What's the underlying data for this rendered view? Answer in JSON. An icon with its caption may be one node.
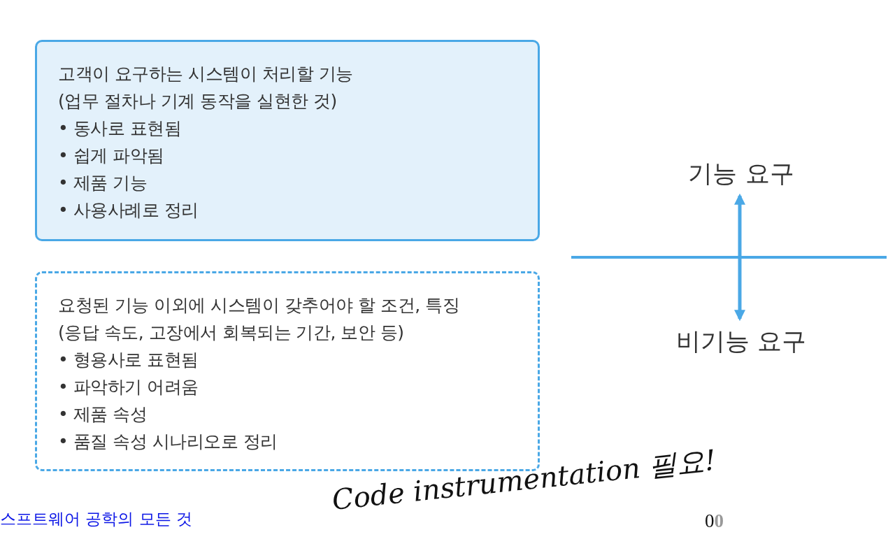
{
  "diagram": {
    "nodes": [
      {
        "text": [
          "고객이 요구하는 시스템이 처리할 기능",
          "(업무 절차나 기계 동작을 실현한 것)",
          "• 동사로 표현됨",
          "• 쉽게 파악됨",
          "• 제품 기능",
          "• 사용사례로 정리"
        ]
      },
      {
        "text": [
          "요청된 기능 이외에 시스템이 갖추어야 할 조건, 특징",
          "(응답 속도, 고장에서 회복되는 기간, 보안 등)",
          "• 형용사로 표현됨",
          "• 파악하기 어려움",
          "• 제품 속성",
          "• 품질 속성 시나리오로 정리"
        ]
      },
      {
        "text": [
          "기능 요구"
        ]
      },
      {
        "text": [],
        "shape": "bar"
      },
      {
        "text": [
          "비기능 요구"
        ]
      }
    ],
    "edges": [
      {
        "from": 3,
        "to": 2,
        "arrow": "to"
      },
      {
        "from": 3,
        "to": 4,
        "arrow": "to"
      }
    ],
    "labels": [
      "스프트웨어 공학의 모든 것",
      "Code instrumentation 필요!",
      "0**0**"
    ]
  }
}
